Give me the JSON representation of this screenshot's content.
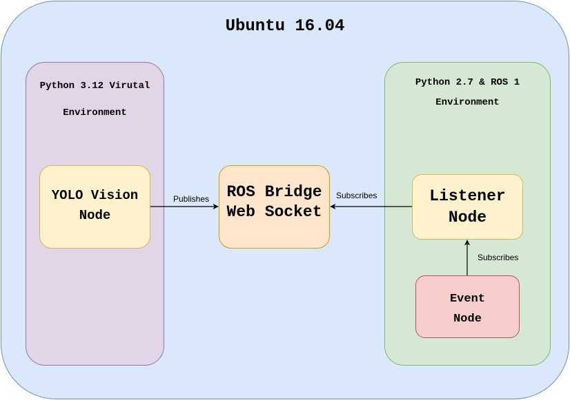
{
  "diagram": {
    "title": "Ubuntu 16.04",
    "containers": {
      "left": {
        "line1": "Python 3.12 Virutal",
        "line2": "Environment"
      },
      "right": {
        "line1": "Python 2.7 & ROS 1",
        "line2": "Environment"
      }
    },
    "nodes": {
      "yolo": {
        "line1": "YOLO Vision",
        "line2": "Node"
      },
      "ros_bridge": {
        "line1": "ROS Bridge",
        "line2": "Web Socket"
      },
      "listener": {
        "line1": "Listener",
        "line2": "Node"
      },
      "event": {
        "line1": "Event",
        "line2": "Node"
      }
    },
    "edges": [
      {
        "from": "yolo",
        "to": "ros_bridge",
        "label": "Publishes"
      },
      {
        "from": "listener",
        "to": "ros_bridge",
        "label": "Subscribes"
      },
      {
        "from": "event",
        "to": "listener",
        "label": "Subscribes"
      }
    ]
  }
}
